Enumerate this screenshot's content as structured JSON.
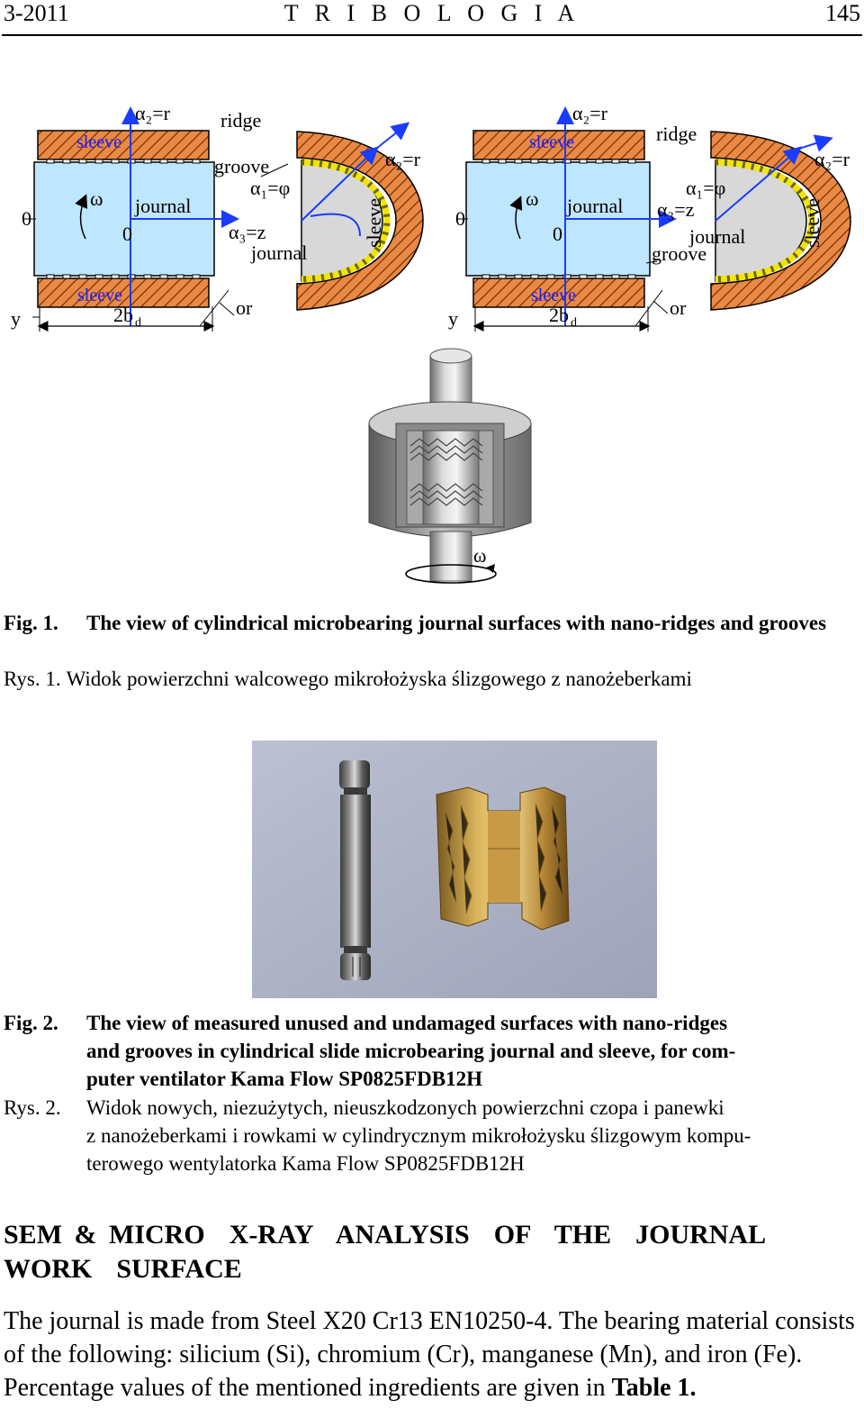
{
  "header": {
    "issue": "3-2011",
    "journal": "T R I B O L O G I A",
    "page": "145"
  },
  "figure1": {
    "labels": {
      "alpha2": "α₂=r",
      "ridge": "ridge",
      "sleeve": "sleeve",
      "groove": "groove",
      "alpha1": "α₁=φ",
      "alpha3": "α₃=z",
      "journal": "journal",
      "omega": "ω",
      "zero": "0",
      "y": "y",
      "or": "or",
      "width": "2b",
      "width_sub": "d"
    },
    "caption_en_label": "Fig. 1.",
    "caption_en": "The view of cylindrical microbearing journal surfaces with nano-ridges and grooves",
    "caption_pl_label": "Rys. 1.",
    "caption_pl": "Widok powierzchni walcowego mikrołożyska ślizgowego z nanożeberkami"
  },
  "figure2": {
    "caption_en_label": "Fig. 2.",
    "caption_en_line1": "The view of measured unused and undamaged surfaces with nano-ridges",
    "caption_en_line2": "and grooves in cylindrical slide microbearing journal and sleeve, for com-",
    "caption_en_line3": "puter ventilator Kama Flow SP0825FDB12H",
    "caption_pl_label": "Rys. 2.",
    "caption_pl_line1": "Widok nowych, niezużytych, nieuszkodzonych powierzchni czopa i panewki",
    "caption_pl_line2": "z nanożeberkami i rowkami w cylindrycznym mikrołożysku ślizgowym kompu-",
    "caption_pl_line3": "terowego wentylatorka Kama Flow SP0825FDB12H"
  },
  "section": {
    "title_line1": "SEM & MICRO  X-RAY  ANALYSIS  OF  THE  JOURNAL",
    "title_line2": "WORK  SURFACE"
  },
  "body": {
    "paragraph_start": "The journal is made from Steel X20 Cr13 EN10250-4. The bearing material consists of the following: silicium (Si), chromium (Cr), manganese (Mn), and iron (Fe). Percentage values of the mentioned ingredients are given in ",
    "table_ref": "Table 1",
    "paragraph_end": "."
  },
  "colors": {
    "hatch": "#e07a3a",
    "journal_fill": "#bfe6ff",
    "ridges": "#f2e600",
    "arrow": "#1a3cff"
  }
}
